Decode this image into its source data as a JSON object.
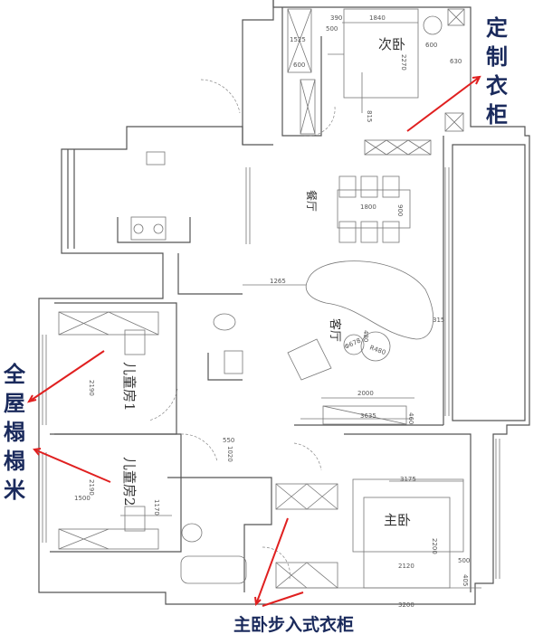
{
  "rooms": {
    "second_bedroom": "次卧",
    "dining": "餐厅",
    "living": "客厅",
    "kids_room_1": "儿童房1",
    "kids_room_2": "儿童房2",
    "master_bedroom": "主卧"
  },
  "callouts": {
    "custom_wardrobe": "定制衣柜",
    "tatami": "全屋榻榻米",
    "walk_in_closet": "主卧步入式衣柜"
  },
  "dimensions": {
    "d390": "390",
    "d1840": "1840",
    "d500a": "500",
    "d1525": "1525",
    "d600a": "600",
    "d2270": "2270",
    "d600b": "600",
    "d630": "630",
    "d815": "815",
    "d1800": "1800",
    "d900": "900",
    "d1265": "1265",
    "d315": "315",
    "dphi": "Φ678",
    "dr480": "R480",
    "d480": "480",
    "d2000": "2000",
    "d3635": "3635",
    "d460": "460",
    "d550": "550",
    "d1020": "1020",
    "d2190a": "2190",
    "d2190b": "2190",
    "d1500": "1500",
    "d1170": "1170",
    "d3175": "3175",
    "d2200": "2200",
    "d2120": "2120",
    "d500b": "500",
    "d405": "405",
    "d3200": "3200"
  },
  "colors": {
    "callout_text": "#1a2a5c",
    "arrow": "#e02020",
    "walls": "#555555"
  }
}
